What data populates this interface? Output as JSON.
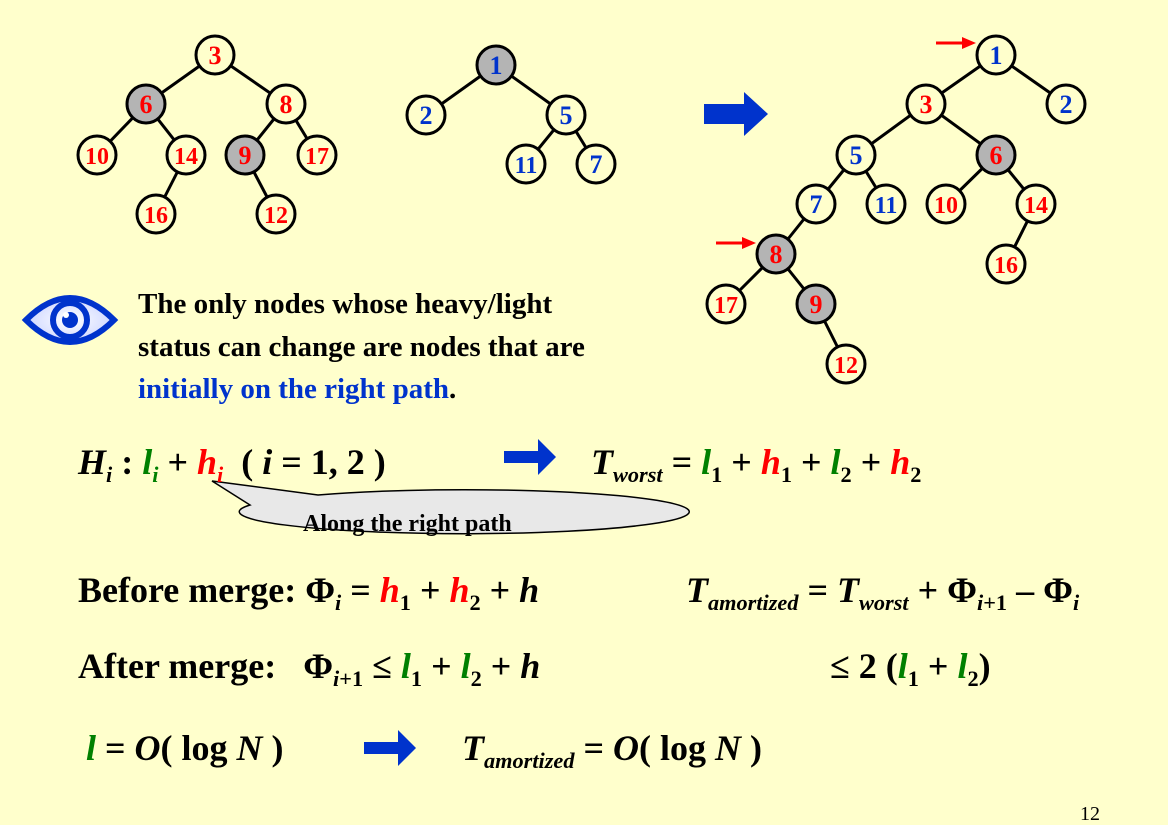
{
  "trees": {
    "left": {
      "nodes": [
        {
          "id": "a3",
          "label": "3",
          "color": "red",
          "fill": "yellow"
        },
        {
          "id": "a6",
          "label": "6",
          "color": "red",
          "fill": "gray"
        },
        {
          "id": "a8",
          "label": "8",
          "color": "red",
          "fill": "yellow"
        },
        {
          "id": "a10",
          "label": "10",
          "color": "red",
          "fill": "yellow"
        },
        {
          "id": "a14",
          "label": "14",
          "color": "red",
          "fill": "yellow"
        },
        {
          "id": "a9",
          "label": "9",
          "color": "red",
          "fill": "gray"
        },
        {
          "id": "a17",
          "label": "17",
          "color": "red",
          "fill": "yellow"
        },
        {
          "id": "a16",
          "label": "16",
          "color": "red",
          "fill": "yellow"
        },
        {
          "id": "a12",
          "label": "12",
          "color": "red",
          "fill": "yellow"
        }
      ],
      "edges": [
        [
          "a3",
          "a6"
        ],
        [
          "a3",
          "a8"
        ],
        [
          "a6",
          "a10"
        ],
        [
          "a6",
          "a14"
        ],
        [
          "a8",
          "a9"
        ],
        [
          "a8",
          "a17"
        ],
        [
          "a14",
          "a16"
        ],
        [
          "a9",
          "a12"
        ]
      ]
    },
    "middle": {
      "nodes": [
        {
          "id": "b1",
          "label": "1",
          "color": "blue",
          "fill": "gray"
        },
        {
          "id": "b2",
          "label": "2",
          "color": "blue",
          "fill": "yellow"
        },
        {
          "id": "b5",
          "label": "5",
          "color": "blue",
          "fill": "yellow"
        },
        {
          "id": "b11",
          "label": "11",
          "color": "blue",
          "fill": "yellow"
        },
        {
          "id": "b7",
          "label": "7",
          "color": "blue",
          "fill": "yellow"
        }
      ],
      "edges": [
        [
          "b1",
          "b2"
        ],
        [
          "b1",
          "b5"
        ],
        [
          "b5",
          "b11"
        ],
        [
          "b5",
          "b7"
        ]
      ]
    },
    "result": {
      "nodes": [
        {
          "id": "c1",
          "label": "1",
          "color": "blue",
          "fill": "yellow"
        },
        {
          "id": "c3",
          "label": "3",
          "color": "red",
          "fill": "yellow"
        },
        {
          "id": "c2",
          "label": "2",
          "color": "blue",
          "fill": "yellow"
        },
        {
          "id": "c5",
          "label": "5",
          "color": "blue",
          "fill": "yellow"
        },
        {
          "id": "c6",
          "label": "6",
          "color": "red",
          "fill": "gray"
        },
        {
          "id": "c7",
          "label": "7",
          "color": "blue",
          "fill": "yellow"
        },
        {
          "id": "c11",
          "label": "11",
          "color": "blue",
          "fill": "yellow"
        },
        {
          "id": "c10",
          "label": "10",
          "color": "red",
          "fill": "yellow"
        },
        {
          "id": "c14",
          "label": "14",
          "color": "red",
          "fill": "yellow"
        },
        {
          "id": "c8",
          "label": "8",
          "color": "red",
          "fill": "gray"
        },
        {
          "id": "c16",
          "label": "16",
          "color": "red",
          "fill": "yellow"
        },
        {
          "id": "c17",
          "label": "17",
          "color": "red",
          "fill": "yellow"
        },
        {
          "id": "c9",
          "label": "9",
          "color": "red",
          "fill": "gray"
        },
        {
          "id": "c12",
          "label": "12",
          "color": "red",
          "fill": "yellow"
        }
      ],
      "edges": [
        [
          "c1",
          "c3"
        ],
        [
          "c1",
          "c2"
        ],
        [
          "c3",
          "c5"
        ],
        [
          "c3",
          "c6"
        ],
        [
          "c5",
          "c7"
        ],
        [
          "c5",
          "c11"
        ],
        [
          "c6",
          "c10"
        ],
        [
          "c6",
          "c14"
        ],
        [
          "c7",
          "c8"
        ],
        [
          "c14",
          "c16"
        ],
        [
          "c8",
          "c17"
        ],
        [
          "c8",
          "c9"
        ],
        [
          "c9",
          "c12"
        ]
      ]
    }
  },
  "colors": {
    "background": "#ffffcc",
    "node_fill_yellow": "#ffffcc",
    "node_fill_gray": "#b4b4b4",
    "red": "#ff0000",
    "blue": "#0033cc",
    "green": "#008000",
    "arrow_blue": "#0033cc",
    "pointer_red": "#ff0000",
    "callout_fill": "#e8e8e8"
  },
  "icons": [
    "eye-icon",
    "right-arrow-icon",
    "red-pointer-arrow-icon"
  ],
  "note": {
    "line1": "The only nodes whose heavy/light",
    "line2": "status can change are nodes that are",
    "line3_highlight": "initially on the right path",
    "line3_end": "."
  },
  "callout": {
    "text": "Along the right path"
  },
  "page_number": "12"
}
